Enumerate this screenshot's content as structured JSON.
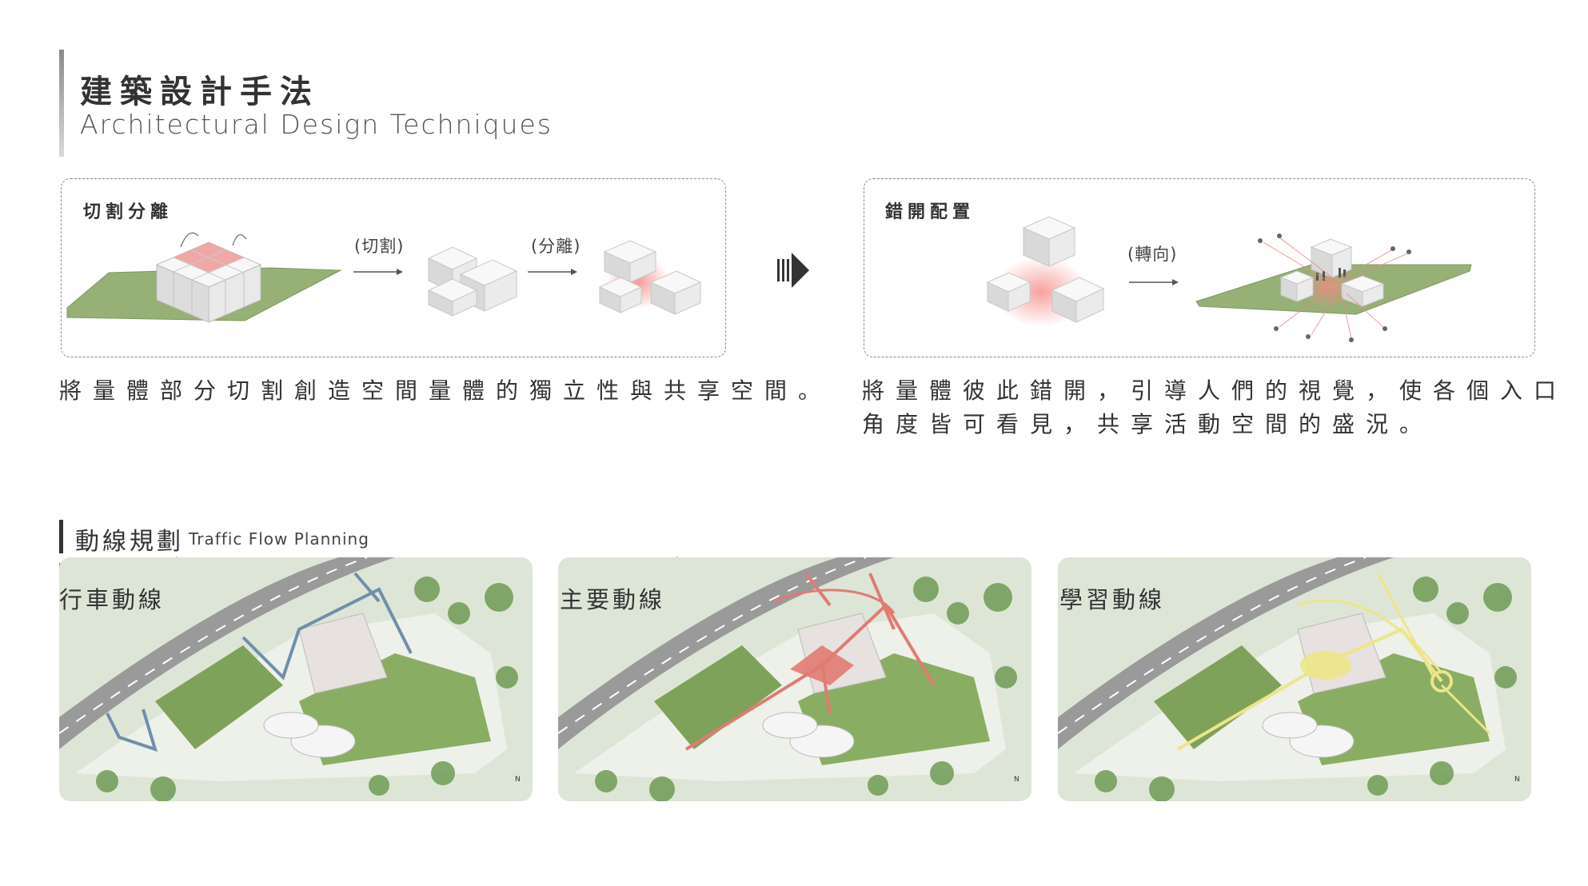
{
  "header": {
    "title_zh": "建築設計手法",
    "title_en": "Architectural Design Techniques"
  },
  "technique_cut": {
    "heading": "切割分離",
    "step1": "(切割)",
    "step2": "(分離)",
    "description": "將量體部分切割創造空間量體的獨立性與共享空間。"
  },
  "technique_offset": {
    "heading": "錯開配置",
    "step1": "(轉向)",
    "description_line1": "將量體彼此錯開，引導人們的視覺，使各個入口",
    "description_line2": "角度皆可看見，共享活動空間的盛況。"
  },
  "circulation": {
    "title_zh": "動線規劃",
    "title_en": "Traffic Flow Planning",
    "panels": [
      {
        "label": "行車動線",
        "color": "#6f8fab"
      },
      {
        "label": "主要動線",
        "color": "#e07b72"
      },
      {
        "label": "學習動線",
        "color": "#ede58a"
      }
    ],
    "north": "N"
  }
}
